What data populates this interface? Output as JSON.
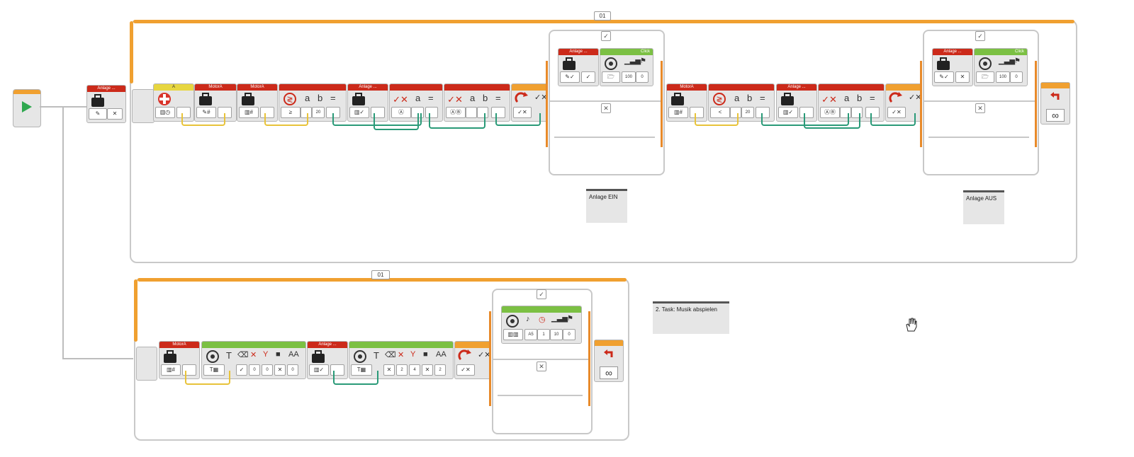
{
  "loop1": {
    "id": "01"
  },
  "loop2": {
    "id": "01"
  },
  "start": {
    "label": "start-block"
  },
  "blocks_top": {
    "var_anlage": "Anlage ...",
    "motor_port": "A",
    "var_motora1": "MotorA",
    "var_motora2": "MotorA",
    "compare_value1": "20",
    "var_anlage2": "Anlage ...",
    "var_motora3": "MotorA",
    "compare_value2": "20",
    "var_anlage3": "Anlage ..."
  },
  "switch1": {
    "true_label": "✓",
    "false_label": "✕",
    "var_anlage": "Anlage ...",
    "sound_header": "Click",
    "volume": "100",
    "play_type": "0"
  },
  "switch2": {
    "true_label": "✓",
    "false_label": "✕",
    "var_anlage": "Anlage ...",
    "sound_header": "Click",
    "volume": "100",
    "play_type": "0"
  },
  "comment1": "Anlage EIN",
  "comment2": "Anlage AUS",
  "comment3": "2. Task: Musik abspielen",
  "blocks_bottom": {
    "var_motora": "MotorA",
    "display_vals1": [
      "✓",
      "0",
      "0",
      "✕",
      "0"
    ],
    "var_anlage": "Anlage ...",
    "display_vals2": [
      "✕",
      "2",
      "4",
      "✕",
      "2"
    ]
  },
  "switch3": {
    "true_label": "✓",
    "false_label": "✕",
    "note": "A5",
    "duration": "1",
    "volume": "10",
    "play_type": "0"
  },
  "colors": {
    "loop_orange": "#f0a030",
    "data_red": "#cc2a1a",
    "action_green": "#7bc043",
    "wire_yellow": "#e8c33a",
    "wire_teal": "#2a9a78"
  }
}
